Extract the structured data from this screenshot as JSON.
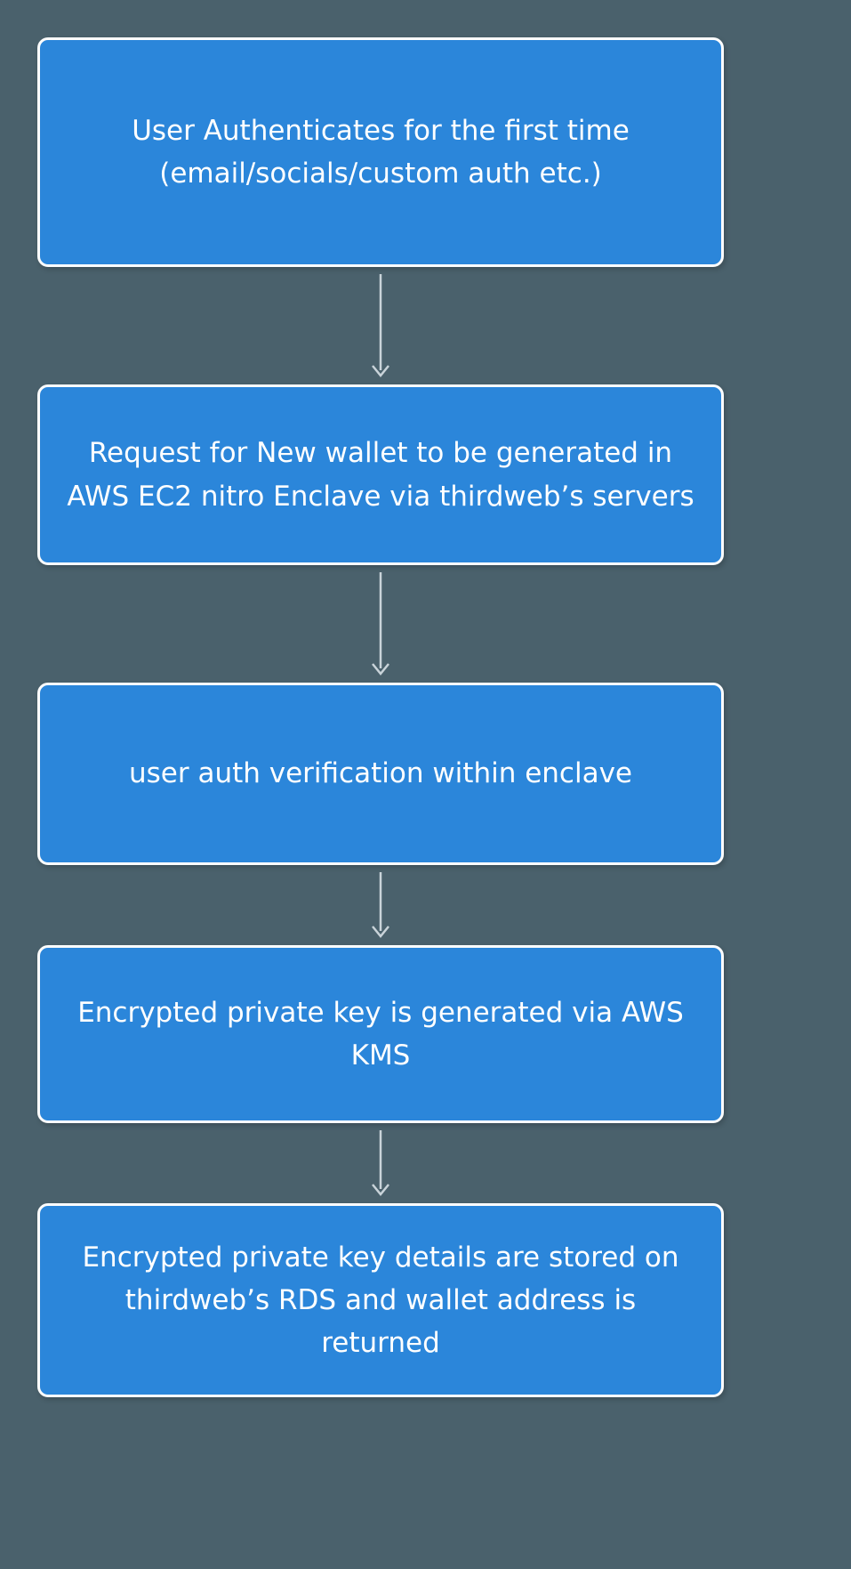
{
  "diagram": {
    "type": "flowchart",
    "direction": "top-to-bottom",
    "background": "#4a616c",
    "node_color": "#2b86da",
    "node_border_color": "#fdfdfd",
    "node_text_color": "#ffffff",
    "arrow_color": "#c9d3d9",
    "nodes": [
      {
        "id": 1,
        "text": "User Authenticates for the first time (email/socials/custom auth etc.)"
      },
      {
        "id": 2,
        "text": "Request for New wallet to be generated in AWS EC2 nitro Enclave via thirdweb’s servers"
      },
      {
        "id": 3,
        "text": "user auth verification within enclave"
      },
      {
        "id": 4,
        "text": "Encrypted private key is generated via AWS KMS"
      },
      {
        "id": 5,
        "text": "Encrypted private key details are stored on thirdweb’s RDS and wallet address is returned"
      }
    ],
    "connections": [
      {
        "from": 1,
        "to": 2
      },
      {
        "from": 2,
        "to": 3
      },
      {
        "from": 3,
        "to": 4
      },
      {
        "from": 4,
        "to": 5
      }
    ]
  }
}
